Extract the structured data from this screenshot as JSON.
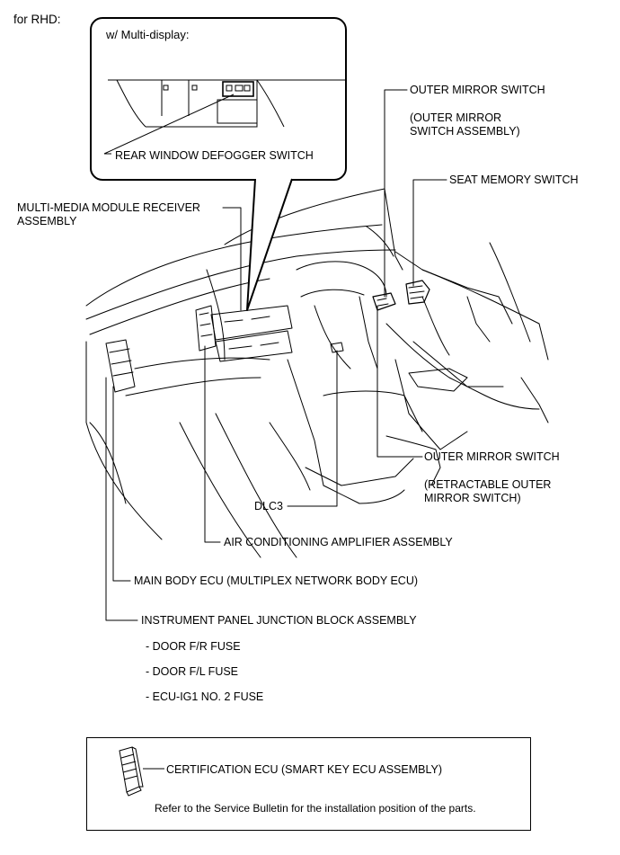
{
  "header": {
    "variant": "for RHD:"
  },
  "inset": {
    "title": "w/ Multi-display:",
    "callout": "REAR WINDOW DEFOGGER SWITCH"
  },
  "labels": {
    "outer_mirror_top": "OUTER MIRROR SWITCH",
    "outer_mirror_top_sub1": "(OUTER MIRROR",
    "outer_mirror_top_sub2": "SWITCH ASSEMBLY)",
    "seat_memory": "SEAT MEMORY SWITCH",
    "multimedia1": "MULTI-MEDIA MODULE RECEIVER",
    "multimedia2": "ASSEMBLY",
    "outer_mirror_bottom": "OUTER MIRROR SWITCH",
    "outer_mirror_bottom_sub1": "(RETRACTABLE OUTER",
    "outer_mirror_bottom_sub2": "MIRROR SWITCH)",
    "dlc3": "DLC3",
    "ac_amp": "AIR CONDITIONING AMPLIFIER ASSEMBLY",
    "main_body_ecu": "MAIN BODY ECU (MULTIPLEX NETWORK BODY ECU)",
    "ip_jb": "INSTRUMENT PANEL JUNCTION BLOCK ASSEMBLY"
  },
  "fuses": [
    "- DOOR F/R FUSE",
    "- DOOR F/L FUSE",
    "- ECU-IG1 NO. 2 FUSE"
  ],
  "certification": {
    "label": "CERTIFICATION ECU (SMART KEY ECU ASSEMBLY)",
    "note": "Refer to the Service Bulletin for the installation position of the parts."
  }
}
